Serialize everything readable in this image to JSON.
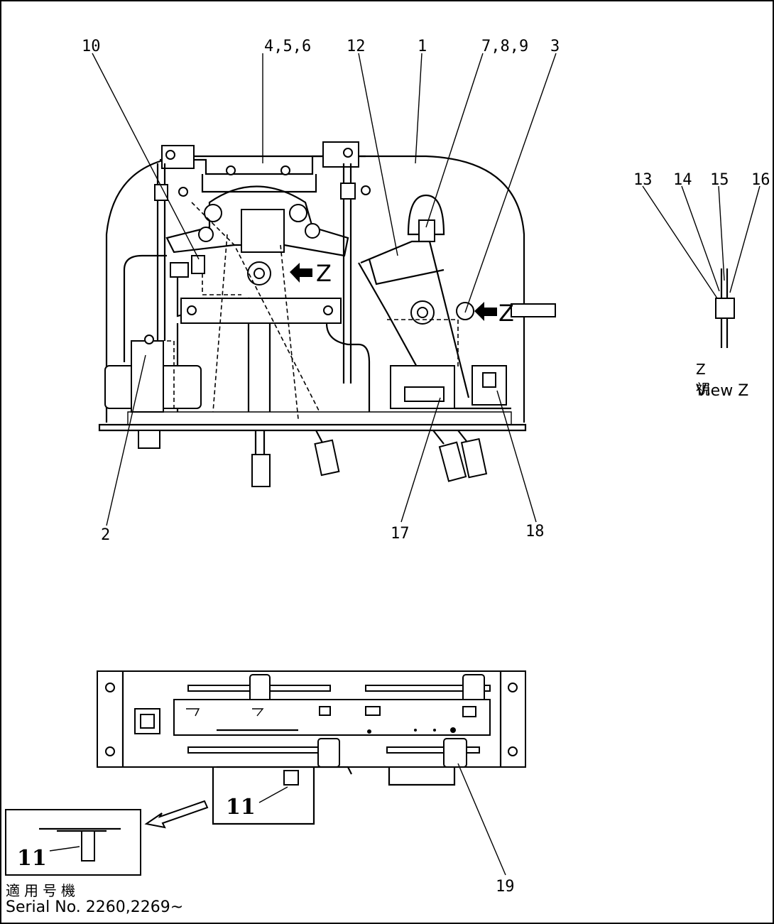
{
  "callouts": {
    "c1": "1",
    "c2": "2",
    "c3": "3",
    "c456": "4,5,6",
    "c789": "7,8,9",
    "c10": "10",
    "c11a": "11",
    "c11b": "11",
    "c12": "12",
    "c13": "13",
    "c14": "14",
    "c15": "15",
    "c16": "16",
    "c17": "17",
    "c18": "18",
    "c19": "19"
  },
  "view_markers": {
    "z1": "Z",
    "z2": "Z"
  },
  "view_z": {
    "label_jp": "Z 視",
    "label_en": "View Z"
  },
  "applicability": {
    "label_jp": "適用号機",
    "serial": "Serial No. 2260,2269~"
  }
}
